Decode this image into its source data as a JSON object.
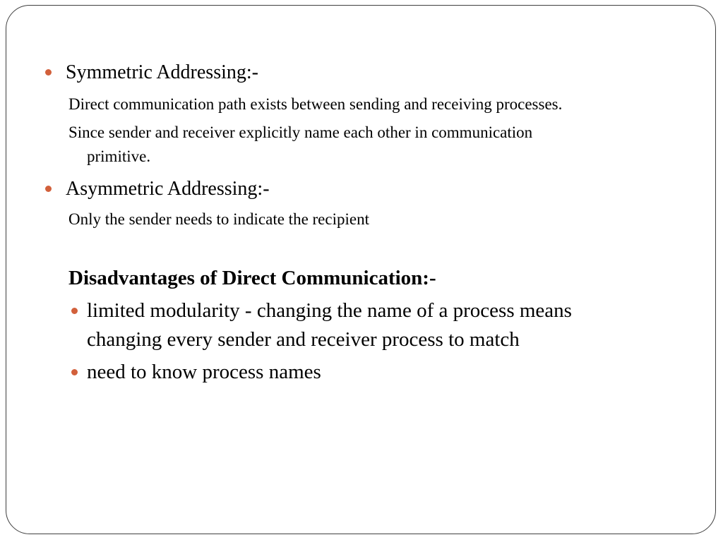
{
  "theme": {
    "bullet_color": "#d2603b",
    "border_color": "#3f3f3f"
  },
  "symmetric": {
    "title": "Symmetric Addressing:-",
    "line1": "Direct communication path exists between sending and receiving processes.",
    "line2a": "Since sender and receiver explicitly name each other in communication",
    "line2b": "primitive."
  },
  "asymmetric": {
    "title": "Asymmetric Addressing:-",
    "line1": "Only the sender needs to indicate the recipient"
  },
  "disadvantages": {
    "heading": "Disadvantages of Direct Communication:-",
    "items": [
      {
        "line_a": "limited modularity - changing the name of a process means",
        "line_b": "changing every sender and receiver process to match"
      },
      {
        "line_a": "need to know process names"
      }
    ]
  }
}
